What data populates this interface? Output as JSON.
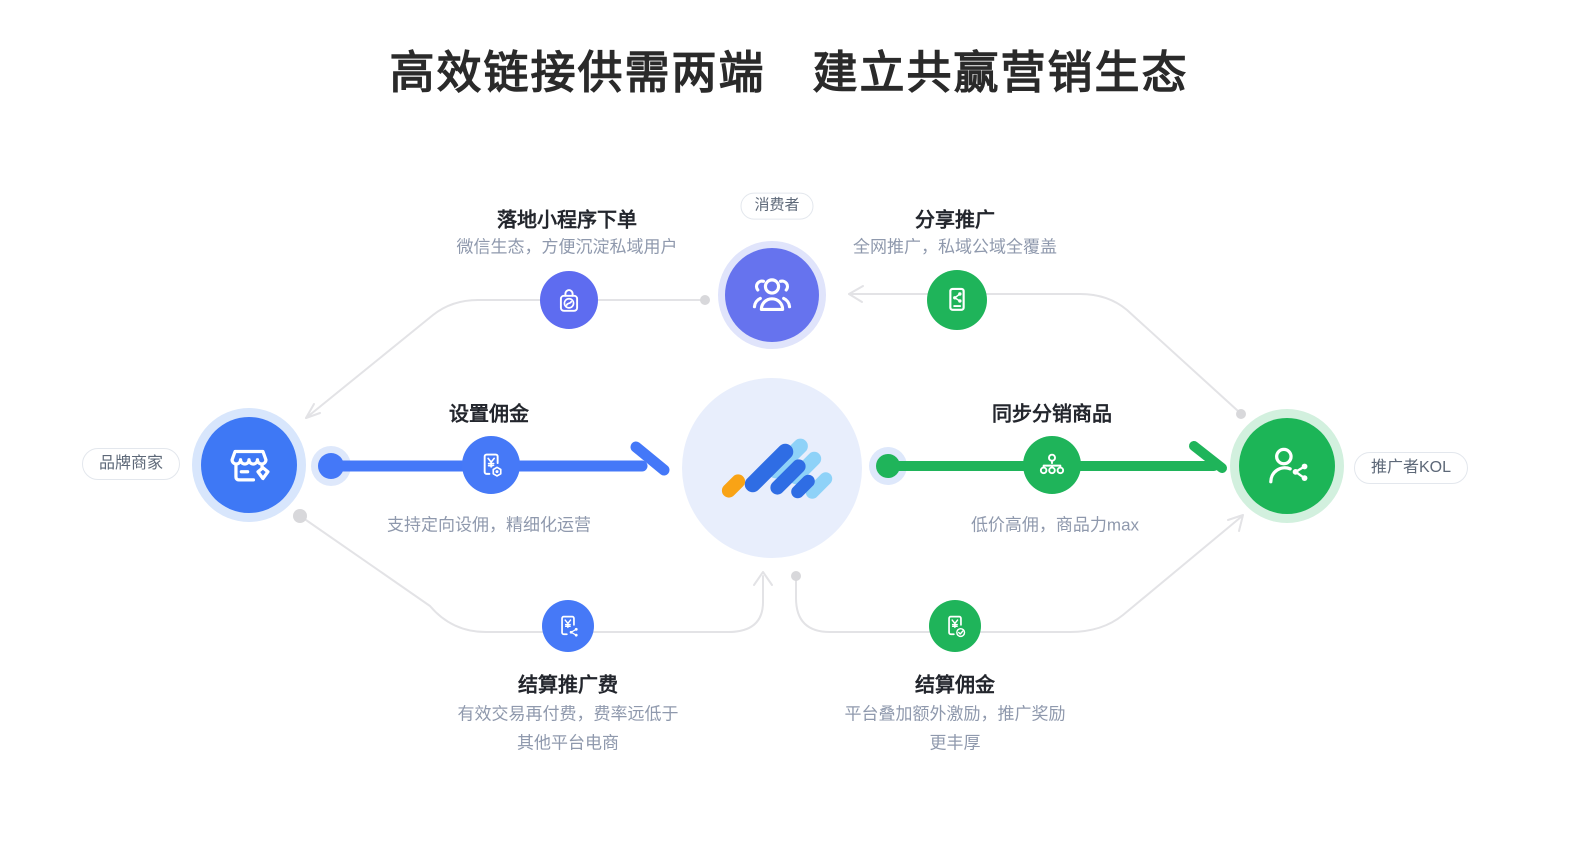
{
  "title": "高效链接供需两端　建立共赢营销生态",
  "nodes": {
    "merchant": {
      "badge": "品牌商家",
      "icon": "storefront-icon"
    },
    "consumer": {
      "badge": "消费者",
      "icon": "user-group-icon"
    },
    "kol": {
      "badge": "推广者KOL",
      "icon": "person-share-icon"
    },
    "platform": {
      "icon": "platform-logo"
    }
  },
  "steps": {
    "order": {
      "title": "落地小程序下单",
      "desc": "微信生态，方便沉淀私域用户",
      "icon": "miniprogram-bag-icon"
    },
    "share": {
      "title": "分享推广",
      "desc": "全网推广，私域公域全覆盖",
      "icon": "share-doc-icon"
    },
    "set_commission": {
      "title": "设置佣金",
      "desc": "支持定向设佣，精细化运营",
      "icon": "commission-doc-gear-icon"
    },
    "sync_products": {
      "title": "同步分销商品",
      "desc": "低价高佣，商品力max",
      "icon": "distribution-tree-icon"
    },
    "settle_promotion_fee": {
      "title": "结算推广费",
      "desc_line1": "有效交易再付费，费率远低于",
      "desc_line2": "其他平台电商",
      "icon": "settle-share-icon"
    },
    "settle_commission": {
      "title": "结算佣金",
      "desc_line1": "平台叠加额外激励，推广奖励",
      "desc_line2": "更丰厚",
      "icon": "settle-check-icon"
    }
  },
  "colors": {
    "merchant_blue": "#3e78f5",
    "consumer_indigo": "#6673ee",
    "kol_green": "#1cb557",
    "chip_blue": "#4679f7",
    "chip_indigo": "#5e6cf0",
    "chip_green": "#1fb45a",
    "arrow_blue": "#4478f8",
    "arrow_green": "#1fb45a",
    "platform_bg": "#e8eefc",
    "logo_blue": "#2f6de4",
    "logo_light_blue": "#8ed2f8",
    "logo_orange": "#f9a315",
    "connector_grey": "#e3e3e6"
  }
}
